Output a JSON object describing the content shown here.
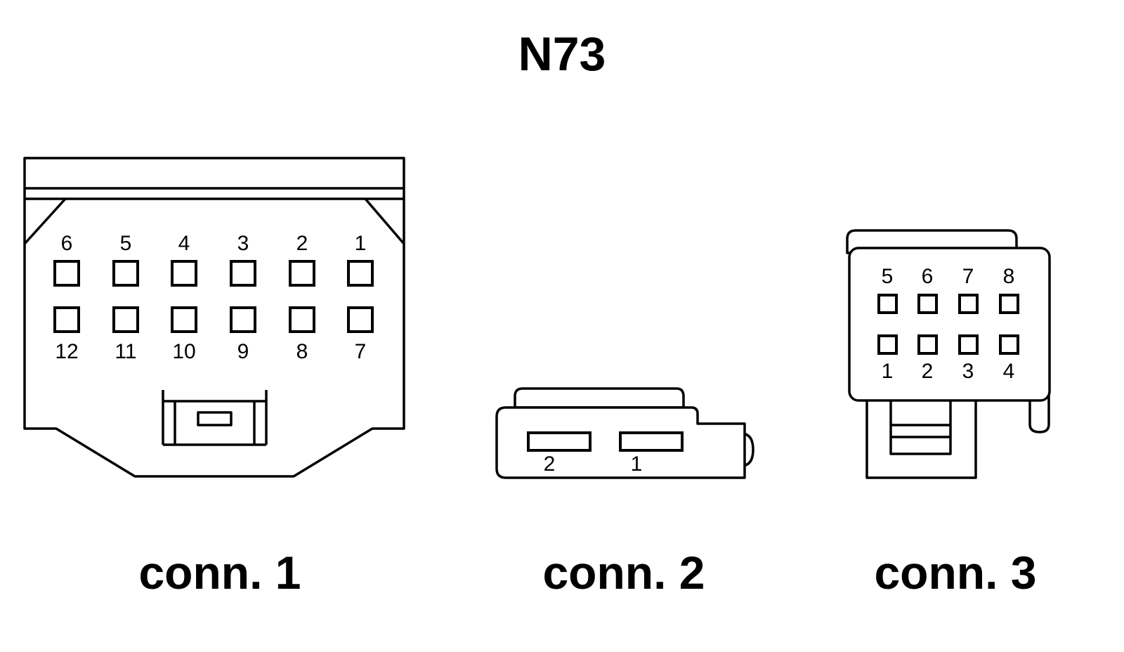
{
  "title": "N73",
  "colors": {
    "stroke": "#000000",
    "background": "#ffffff"
  },
  "connectors": [
    {
      "label": "conn. 1",
      "pins_top": [
        "6",
        "5",
        "4",
        "3",
        "2",
        "1"
      ],
      "pins_bottom": [
        "12",
        "11",
        "10",
        "9",
        "8",
        "7"
      ]
    },
    {
      "label": "conn. 2",
      "pins": [
        "2",
        "1"
      ]
    },
    {
      "label": "conn. 3",
      "pins_top": [
        "5",
        "6",
        "7",
        "8"
      ],
      "pins_bottom": [
        "1",
        "2",
        "3",
        "4"
      ]
    }
  ]
}
